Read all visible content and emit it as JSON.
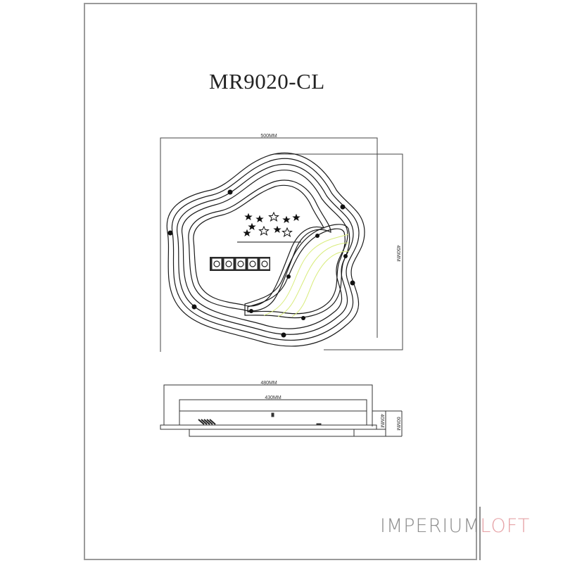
{
  "document": {
    "title": "MR9020-CL",
    "top_view": {
      "width_label": "500MM",
      "height_label": "450MM",
      "led_module_count": 5,
      "star_count": 10
    },
    "side_view": {
      "outer_width_label": "480MM",
      "inner_width_label": "430MM",
      "body_height_label": "40MM",
      "total_height_label": "60MM"
    },
    "colors": {
      "line": "#1a1a1a",
      "accent_lines": "#d8ec7a",
      "frame": "#9a9a9a"
    }
  },
  "watermark": {
    "part1": "IMPERIUM",
    "part2": "LOFT",
    "color1": "#8e8e8e",
    "color2": "#e6a3a7"
  }
}
